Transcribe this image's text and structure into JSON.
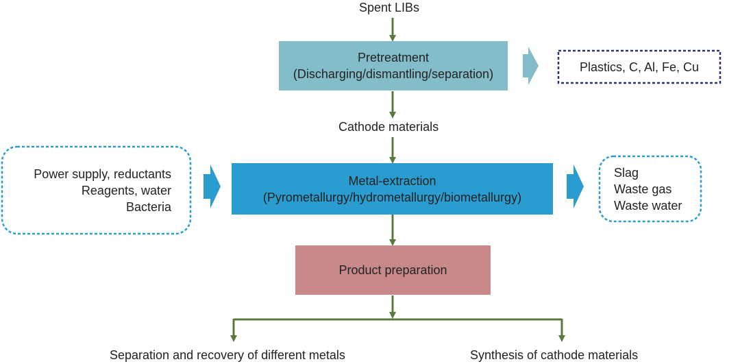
{
  "diagram": {
    "start_label": "Spent LIBs",
    "pretreatment": {
      "title": "Pretreatment",
      "subtitle": "(Discharging/dismantling/separation)"
    },
    "pretreatment_output": "Plastics, C, Al, Fe, Cu",
    "cathode_label": "Cathode materials",
    "inputs": {
      "line1": "Power supply, reductants",
      "line2": "Reagents, water",
      "line3": "Bacteria"
    },
    "extraction": {
      "title": "Metal-extraction",
      "subtitle": "(Pyrometallurgy/hydrometallurgy/biometallurgy)"
    },
    "outputs": {
      "line1": "Slag",
      "line2": "Waste gas",
      "line3": "Waste water"
    },
    "product": "Product preparation",
    "branch_left": "Separation and recovery of different metals",
    "branch_right": "Synthesis of cathode materials"
  },
  "colors": {
    "arrow_green": "#5a7a3a",
    "pretreatment_fill": "#82bdc9",
    "extraction_fill": "#2a9ccf",
    "product_fill": "#c8898b",
    "navy_dash": "#2a2f7a",
    "blue_dash": "#2a9ccf"
  }
}
